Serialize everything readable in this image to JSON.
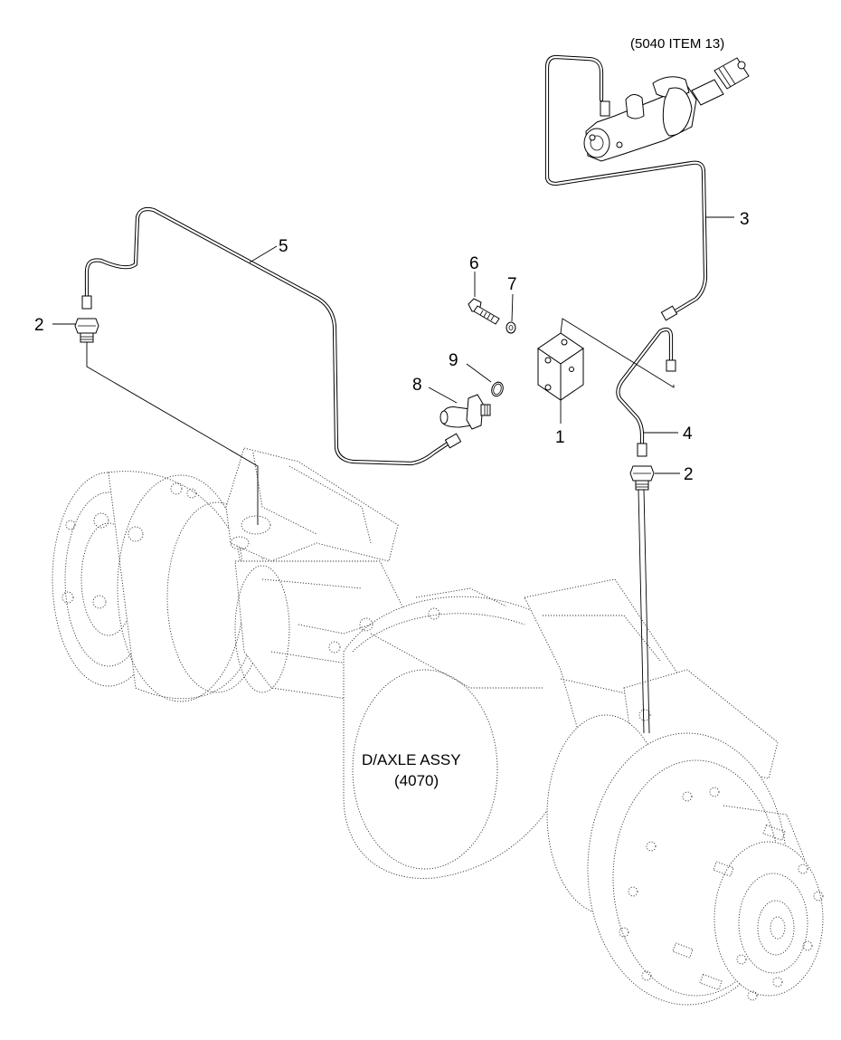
{
  "diagram": {
    "reference_note": "(5040 ITEM 13)",
    "axle_label_line1": "D/AXLE ASSY",
    "axle_label_line2": "(4070)",
    "callouts": [
      {
        "id": "c1",
        "text": "1"
      },
      {
        "id": "c2a",
        "text": "2"
      },
      {
        "id": "c2b",
        "text": "2"
      },
      {
        "id": "c3",
        "text": "3"
      },
      {
        "id": "c4",
        "text": "4"
      },
      {
        "id": "c5",
        "text": "5"
      },
      {
        "id": "c6",
        "text": "6"
      },
      {
        "id": "c7",
        "text": "7"
      },
      {
        "id": "c8",
        "text": "8"
      },
      {
        "id": "c9",
        "text": "9"
      }
    ]
  }
}
